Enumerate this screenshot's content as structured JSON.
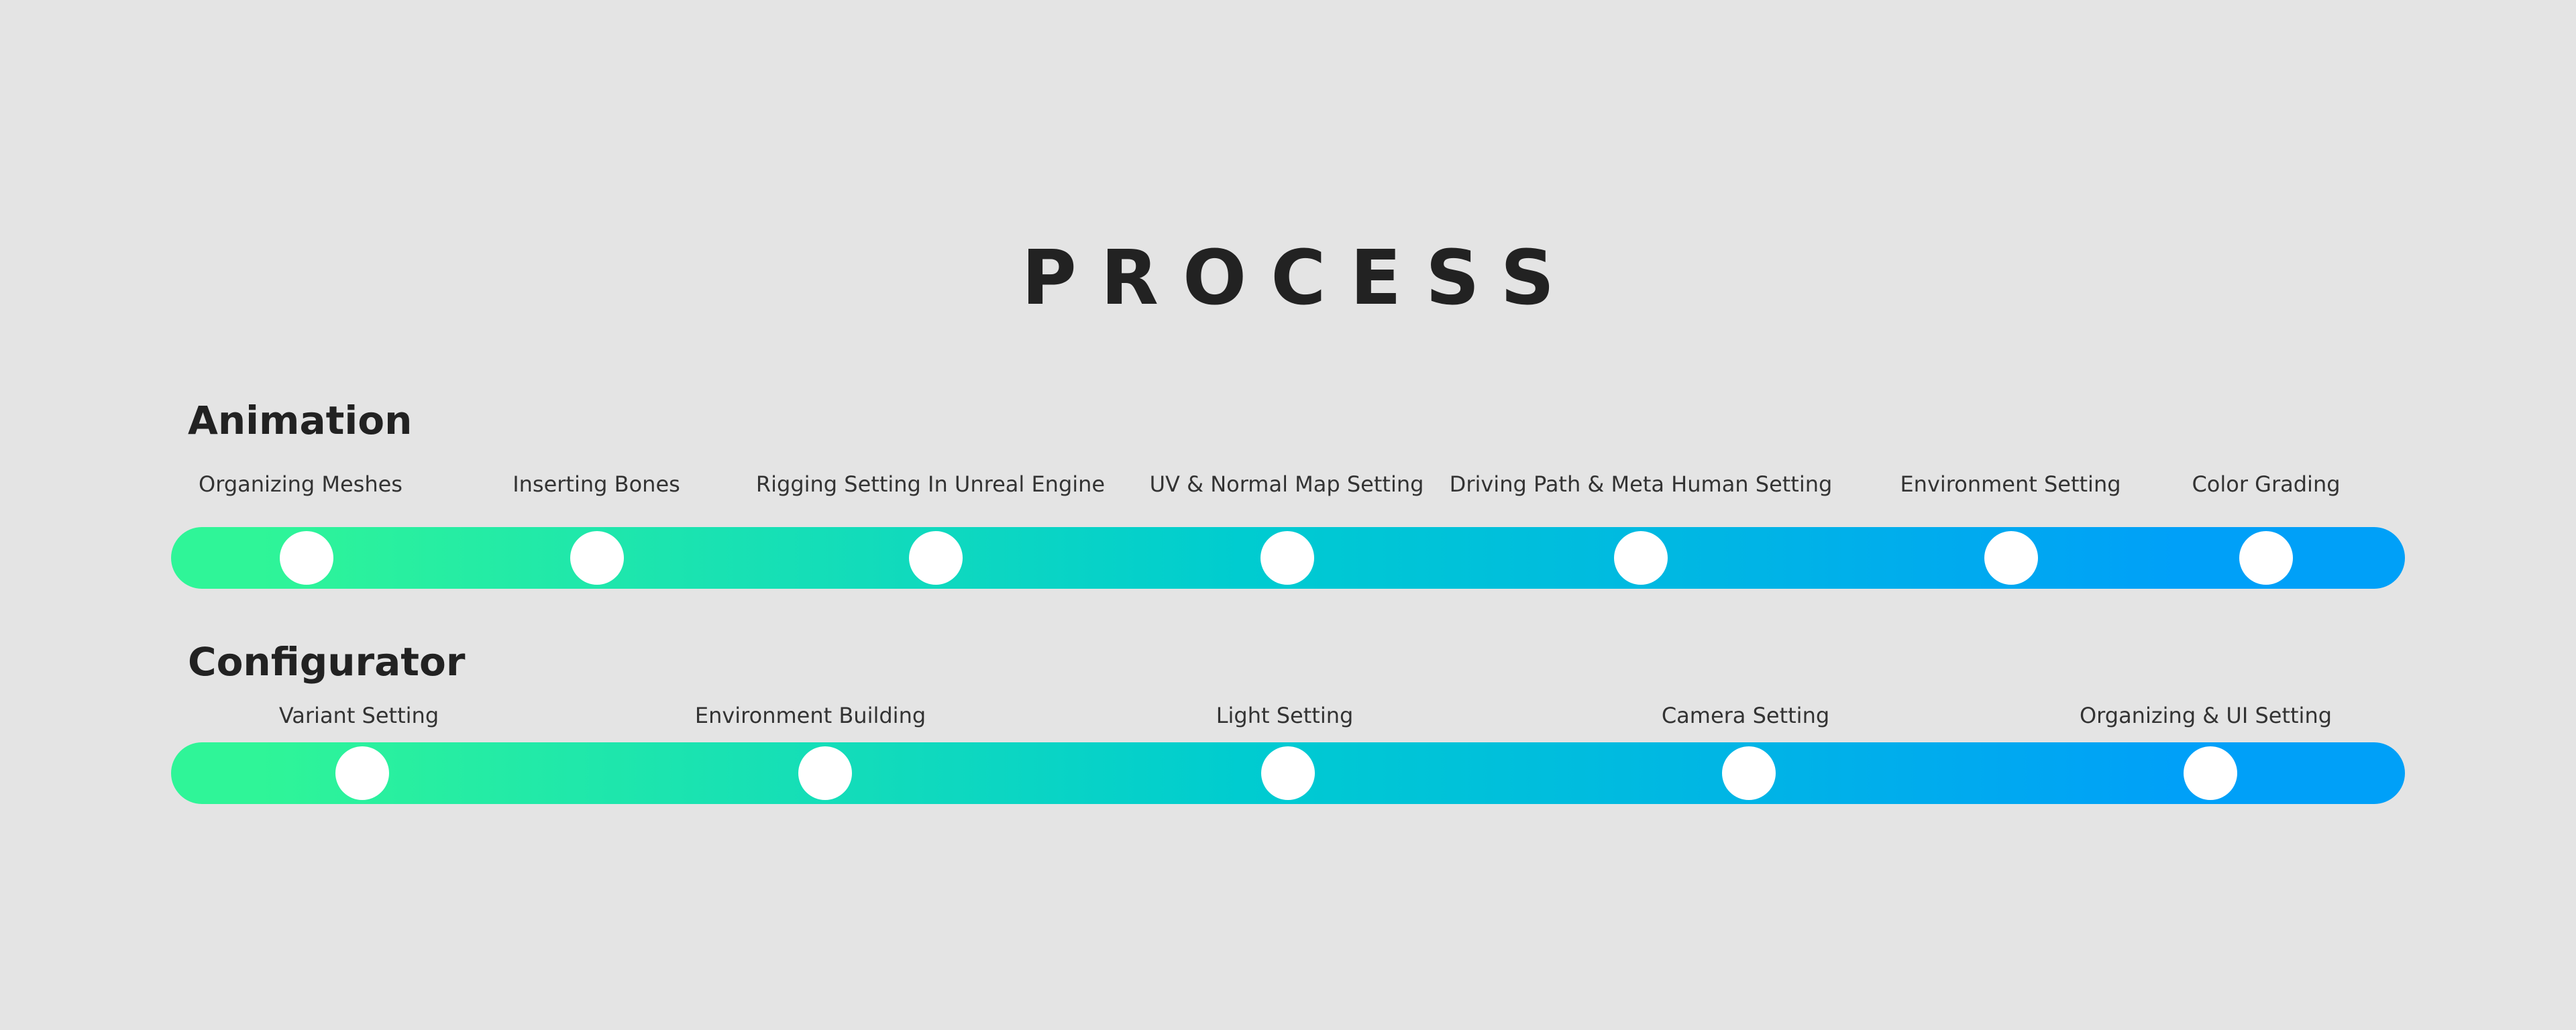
{
  "title": "PROCESS",
  "colors": {
    "gradient_start": "#2ff598",
    "gradient_mid": "#00ccd0",
    "gradient_end": "#00a0f8",
    "node": "#ffffff",
    "background": "#e4e4e4"
  },
  "sections": [
    {
      "title": "Animation",
      "steps": [
        {
          "label": "Organizing Meshes"
        },
        {
          "label": "Inserting Bones"
        },
        {
          "label": "Rigging Setting In Unreal Engine"
        },
        {
          "label": "UV & Normal Map Setting"
        },
        {
          "label": "Driving Path & Meta Human Setting"
        },
        {
          "label": "Environment Setting"
        },
        {
          "label": "Color Grading"
        }
      ]
    },
    {
      "title": "Configurator",
      "steps": [
        {
          "label": "Variant Setting"
        },
        {
          "label": "Environment Building"
        },
        {
          "label": "Light Setting"
        },
        {
          "label": "Camera Setting"
        },
        {
          "label": "Organizing & UI Setting"
        }
      ]
    }
  ]
}
